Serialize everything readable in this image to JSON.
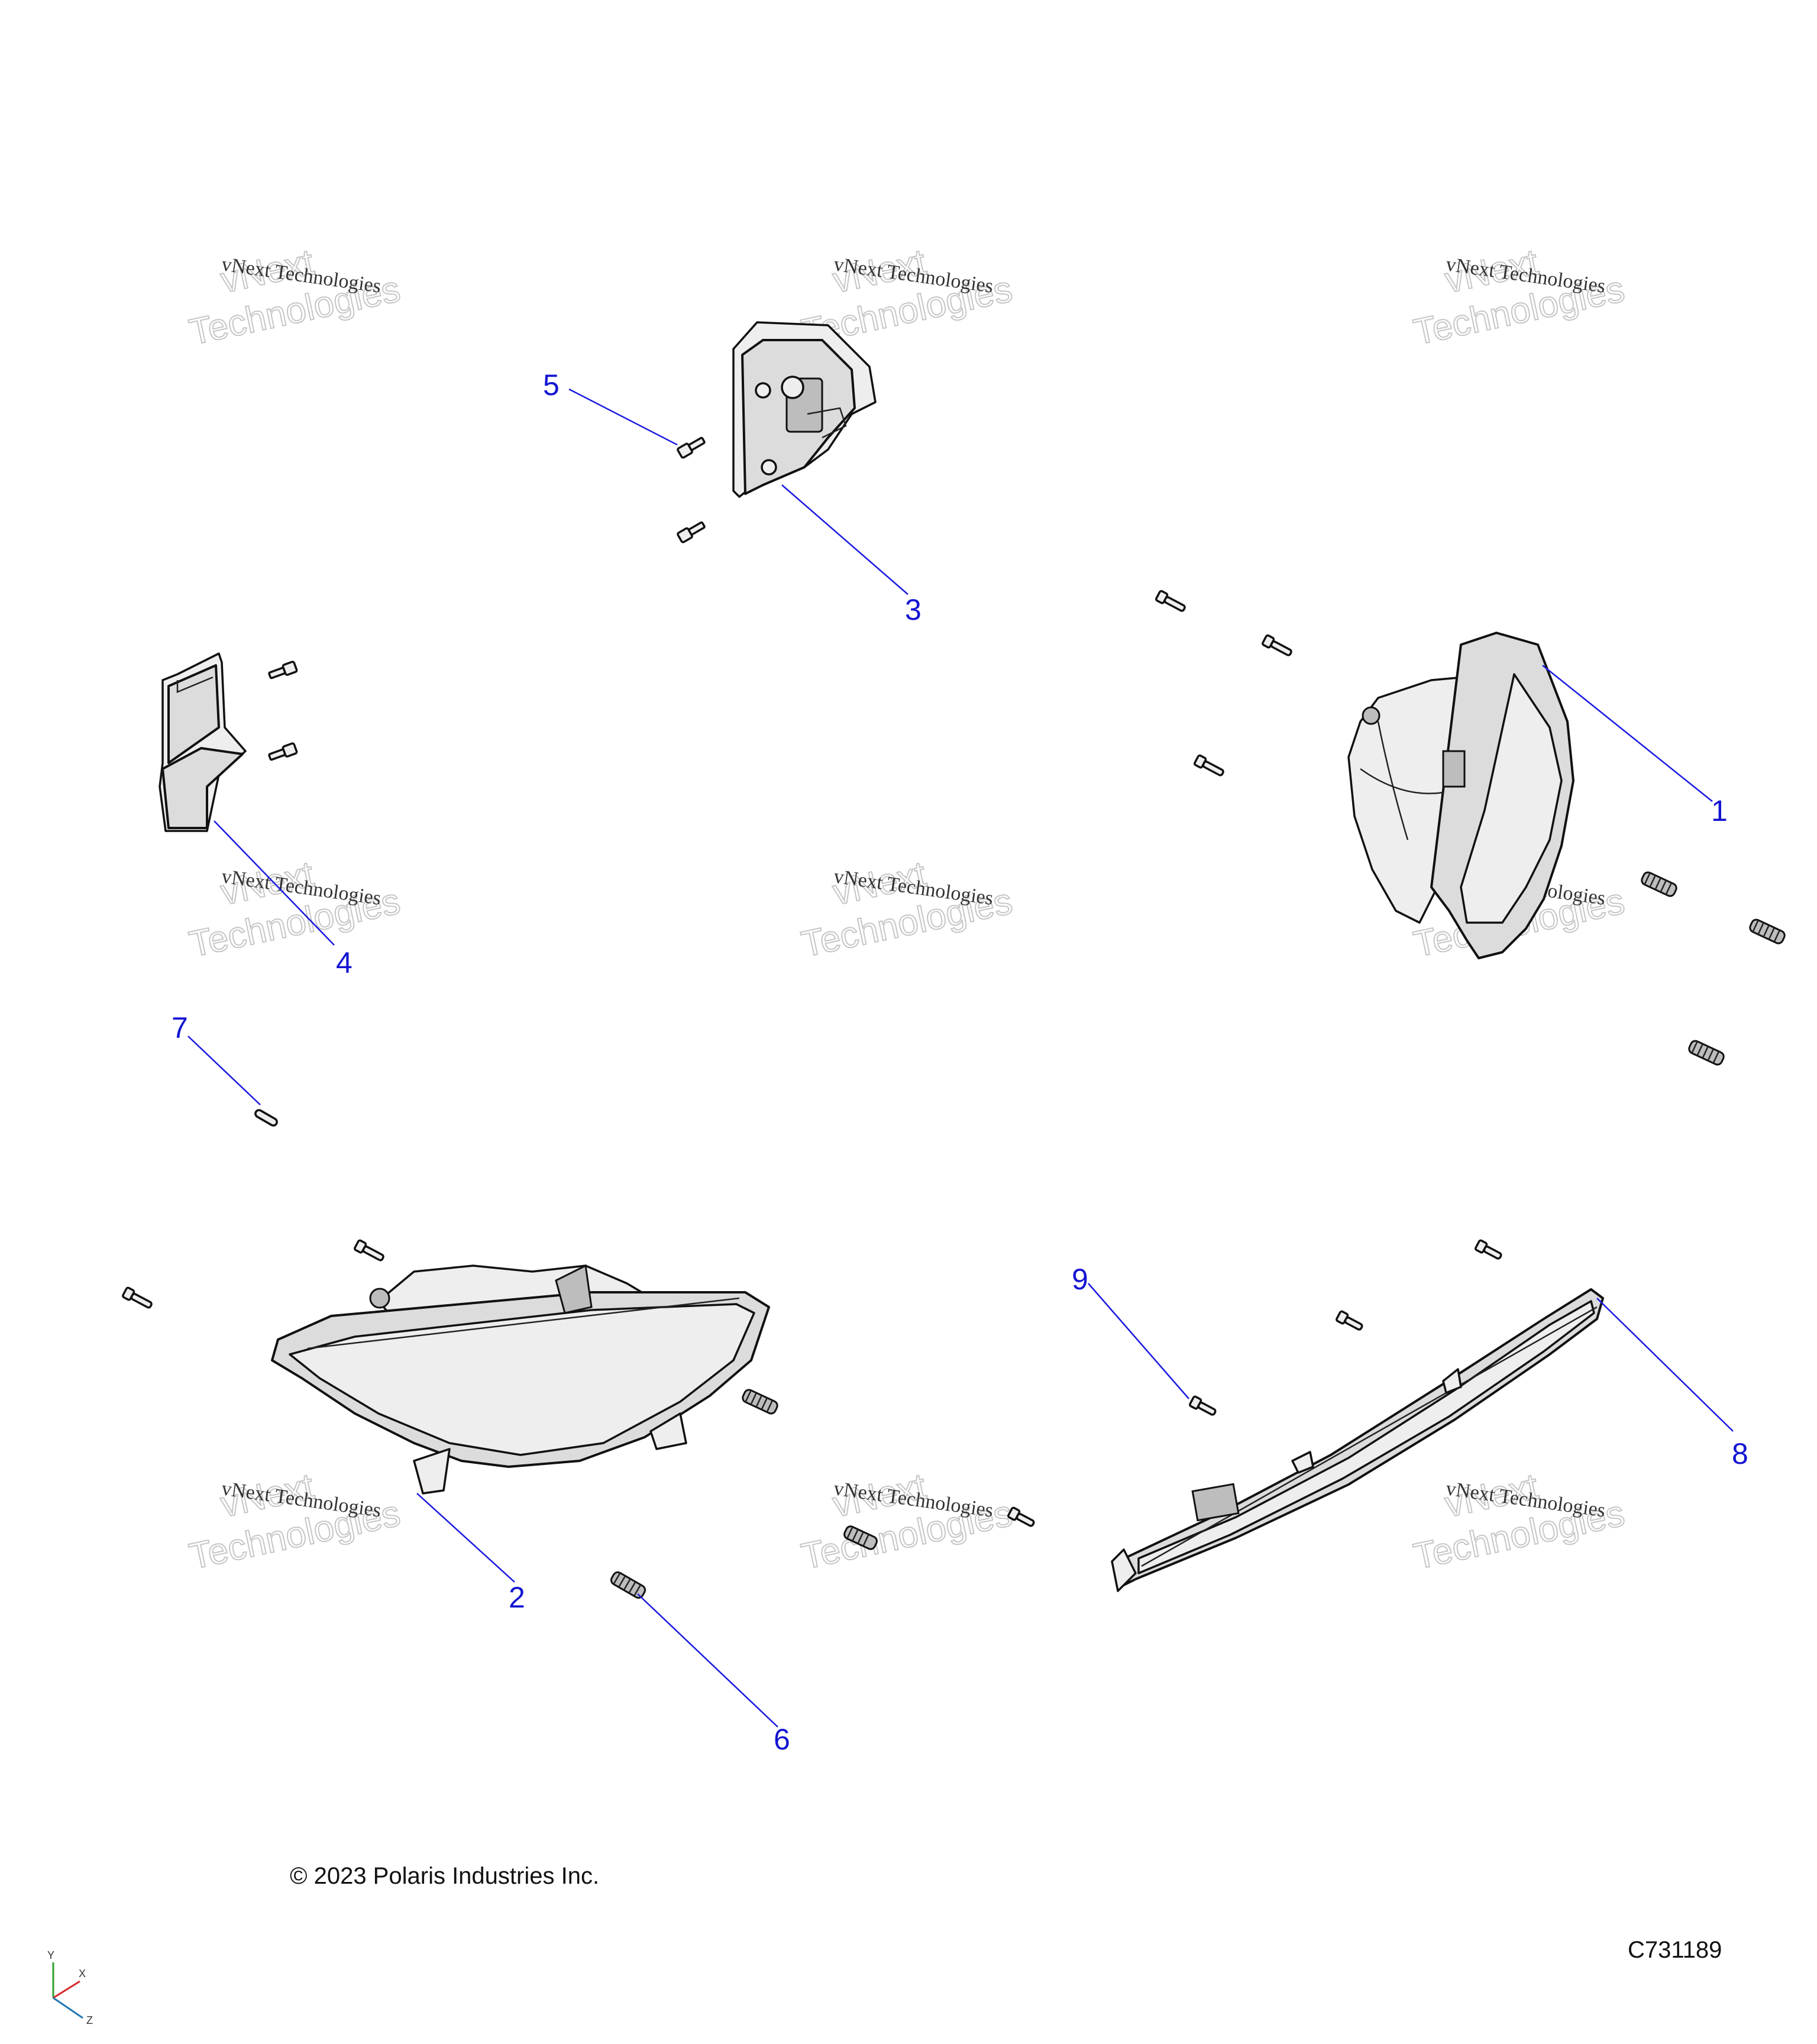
{
  "diagram": {
    "callouts": [
      {
        "number": "1"
      },
      {
        "number": "2"
      },
      {
        "number": "3"
      },
      {
        "number": "4"
      },
      {
        "number": "5"
      },
      {
        "number": "6"
      },
      {
        "number": "7"
      },
      {
        "number": "8"
      },
      {
        "number": "9"
      }
    ],
    "watermark": {
      "line1": "vNext Technologies",
      "line2a": "vNext",
      "line2b": "Technologies"
    },
    "copyright": "© 2023 Polaris Industries Inc.",
    "figure_code": "C731189",
    "axes": {
      "y": "Y",
      "x": "X",
      "z": "Z"
    },
    "colors": {
      "callout": "#1414d2",
      "leader": "#1a1ae0",
      "part_fill": "#dcdcdc",
      "outline": "#111111"
    }
  }
}
